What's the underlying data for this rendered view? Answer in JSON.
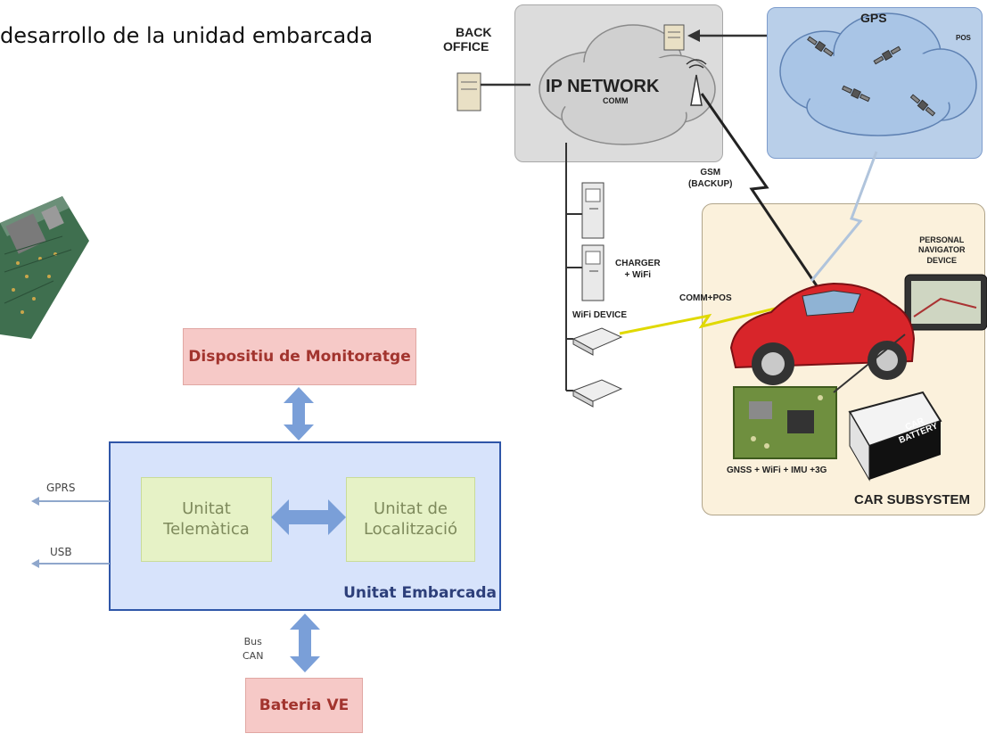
{
  "title": "desarrollo de la unidad embarcada",
  "block_diagram": {
    "monitor": "Dispositiu de Monitoratge",
    "unit_container": "Unitat Embarcada",
    "telematics_line1": "Unitat",
    "telematics_line2": "Telemàtica",
    "localization_line1": "Unitat de",
    "localization_line2": "Localització",
    "gprs": "GPRS",
    "usb": "USB",
    "bus_line1": "Bus",
    "bus_line2": "CAN",
    "battery": "Bateria VE"
  },
  "network_diagram": {
    "back_office_line1": "BACK",
    "back_office_line2": "OFFICE",
    "ip_network": "IP NETWORK",
    "comm": "COMM",
    "gps": "GPS",
    "pos": "POS",
    "gsm_line1": "GSM",
    "gsm_line2": "(BACKUP)",
    "charger_line1": "CHARGER",
    "charger_line2": "+ WiFi",
    "wifi_device": "WiFi DEVICE",
    "comm_pos": "COMM+POS",
    "personal_nav_line1": "PERSONAL",
    "personal_nav_line2": "NAVIGATOR",
    "personal_nav_line3": "DEVICE",
    "car_battery_line1": "CAR",
    "car_battery_line2": "BATTERY",
    "gnss": "GNSS + WiFi + IMU +3G",
    "car_subsystem": "CAR SUBSYSTEM"
  },
  "colors": {
    "pink_box": "#f6c9c7",
    "green_box": "#e6f2c6",
    "unit_container": "#d7e3fb",
    "unit_border": "#2f56a8",
    "arrow_blue": "#7a9fd8",
    "ip_panel": "#dcdcdc",
    "gps_panel": "#b9cfe9",
    "car_panel": "#fbf1dc"
  }
}
